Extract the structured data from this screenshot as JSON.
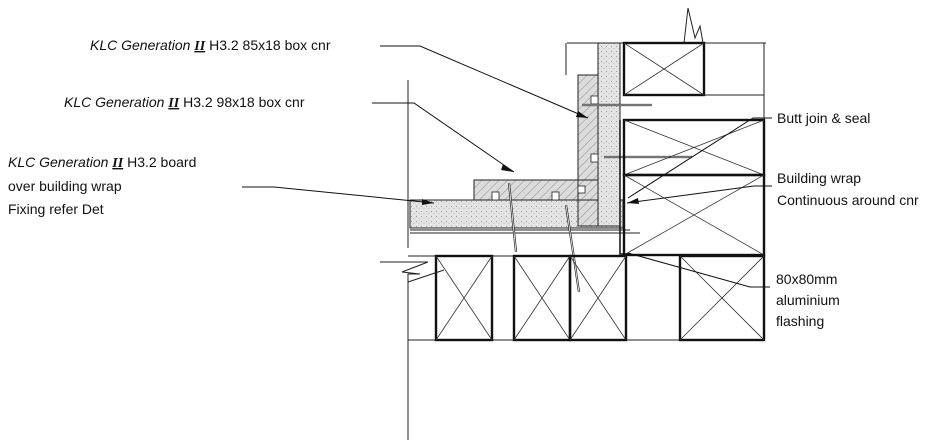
{
  "labels": {
    "brand": "KLC Generation",
    "gen_mark": "II",
    "corner_85": {
      "spec": "H3.2 85x18 box cnr"
    },
    "corner_98": {
      "spec": "H3.2 98x18 box cnr"
    },
    "board": {
      "spec": "H3.2 board",
      "line2": "over building wrap",
      "line3": "Fixing refer Det"
    },
    "butt_join": "Butt join & seal",
    "wrap": {
      "line1": "Building wrap",
      "line2": "Continuous around cnr"
    },
    "flashing": {
      "line1": "80x80mm",
      "line2": "aluminium",
      "line3": "flashing"
    }
  }
}
